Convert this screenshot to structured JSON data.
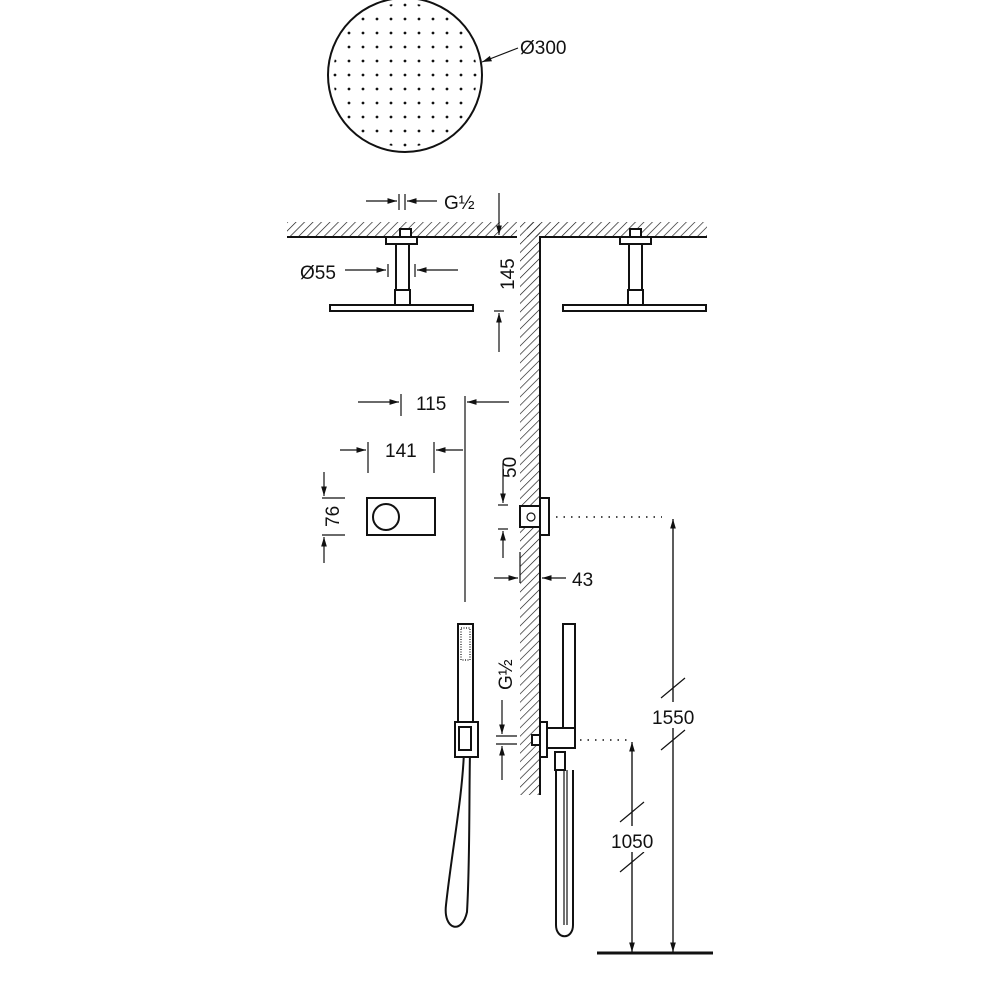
{
  "labels": {
    "head_diameter": "Ø300",
    "ceiling_thread": "G½",
    "arm_diameter": "Ø55",
    "arm_length": "145",
    "wall_offset": "115",
    "plate_width": "141",
    "plate_height": "76",
    "mixer_offset": "50",
    "wall_depth": "43",
    "outlet_thread": "G½",
    "mixer_height": "1550",
    "outlet_height": "1050"
  },
  "colors": {
    "line": "#111111",
    "background": "#ffffff"
  }
}
